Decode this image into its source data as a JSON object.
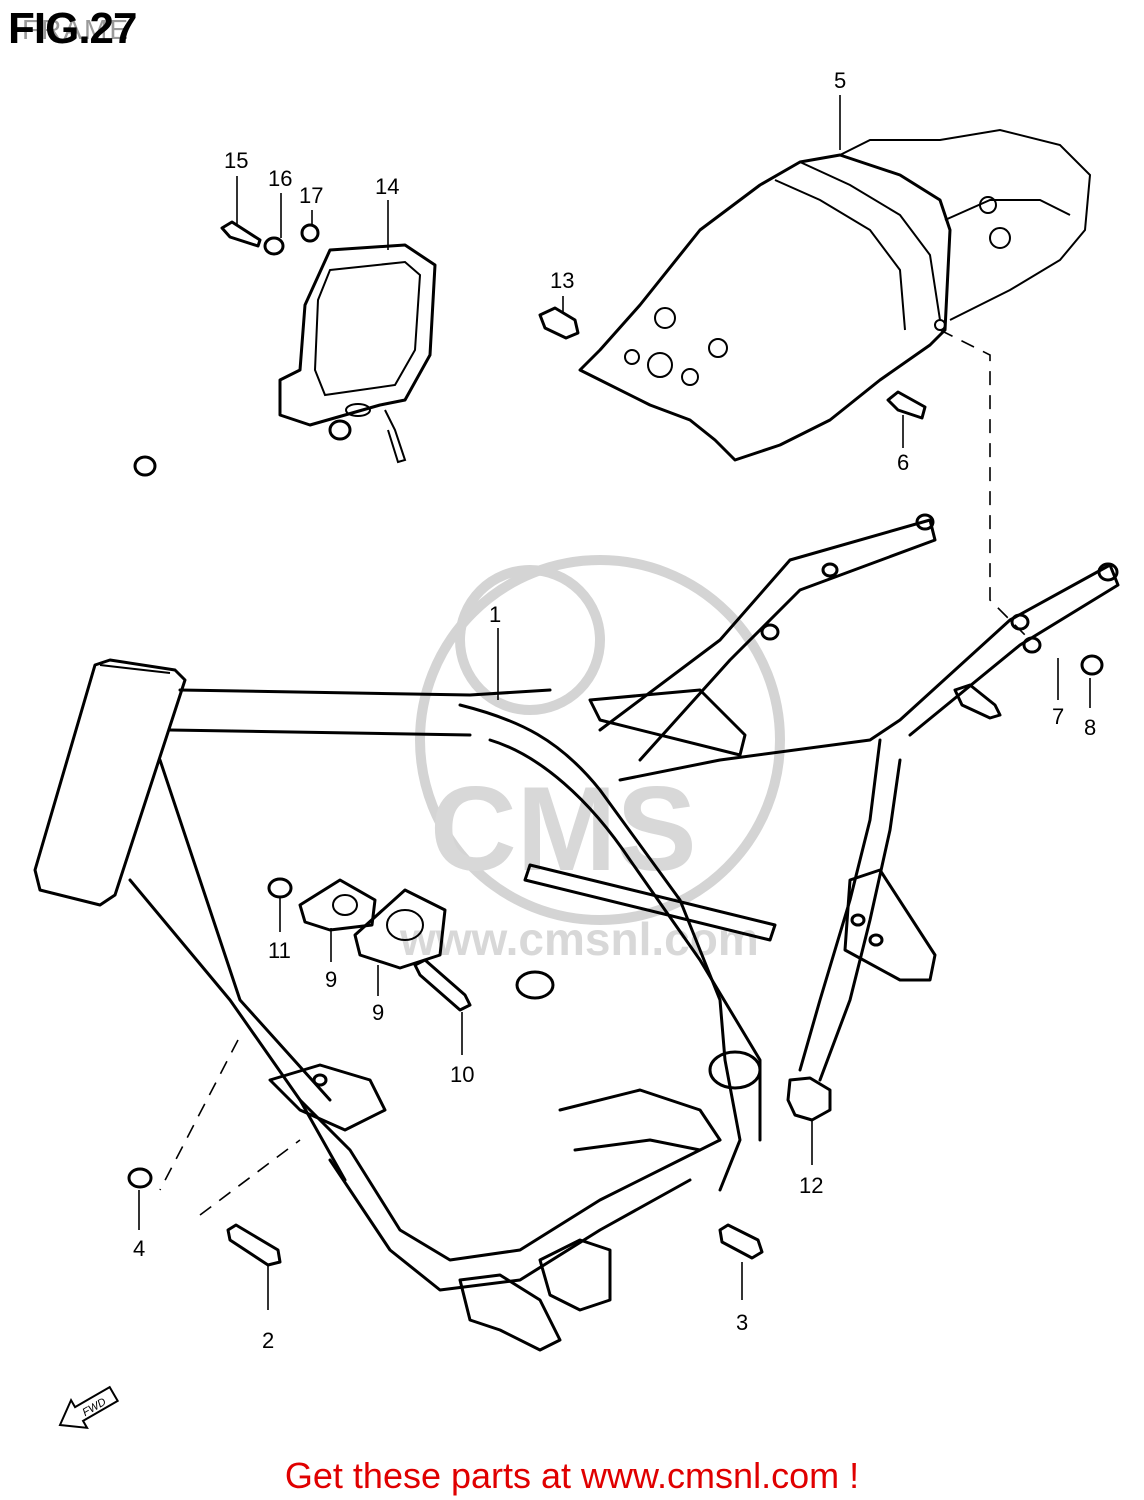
{
  "figure": {
    "number_label": "FIG.27",
    "title": "FRAME"
  },
  "callouts": [
    {
      "id": "c1",
      "label": "1"
    },
    {
      "id": "c2",
      "label": "2"
    },
    {
      "id": "c3",
      "label": "3"
    },
    {
      "id": "c4",
      "label": "4"
    },
    {
      "id": "c5",
      "label": "5"
    },
    {
      "id": "c6",
      "label": "6"
    },
    {
      "id": "c7",
      "label": "7"
    },
    {
      "id": "c8",
      "label": "8"
    },
    {
      "id": "c9a",
      "label": "9"
    },
    {
      "id": "c9b",
      "label": "9"
    },
    {
      "id": "c10",
      "label": "10"
    },
    {
      "id": "c11",
      "label": "11"
    },
    {
      "id": "c12",
      "label": "12"
    },
    {
      "id": "c13",
      "label": "13"
    },
    {
      "id": "c14",
      "label": "14"
    },
    {
      "id": "c15",
      "label": "15"
    },
    {
      "id": "c16",
      "label": "16"
    },
    {
      "id": "c17",
      "label": "17"
    }
  ],
  "direction_arrow": {
    "label": "FWD"
  },
  "watermark": {
    "text": "CMS",
    "url": "www.cmsnl.com"
  },
  "footer": {
    "text": "Get these parts at www.cmsnl.com !",
    "color": "#e00000"
  }
}
